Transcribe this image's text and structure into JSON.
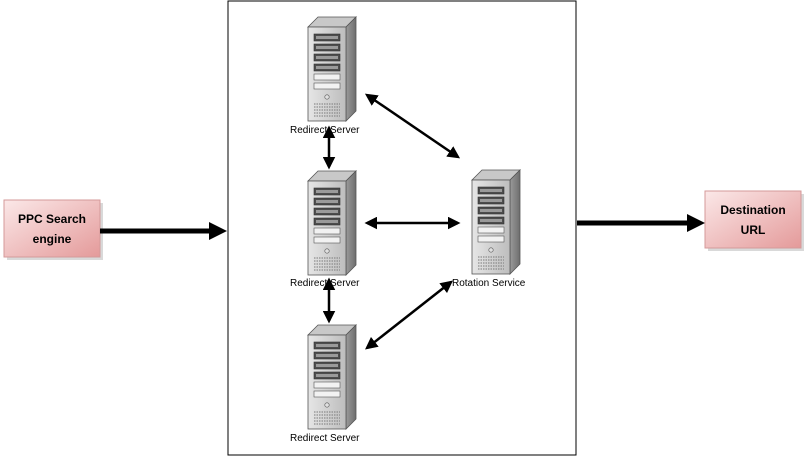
{
  "nodes": {
    "source": {
      "label": "PPC Search\nengine"
    },
    "destination": {
      "label": "Destination\nURL"
    },
    "redirect_top": {
      "label": "Redirect Server"
    },
    "redirect_middle": {
      "label": "Redirect Server"
    },
    "redirect_bottom": {
      "label": "Redirect Server"
    },
    "rotation": {
      "label": "Rotation Service"
    }
  },
  "colors": {
    "box_fill_top": "#f7dcdc",
    "box_fill_bottom": "#e8a0a0",
    "box_border": "#c98a8a",
    "arrow": "#000000",
    "server_body": "#d9d9d9",
    "server_dark": "#6a6a6a",
    "container_border": "#000000"
  },
  "icons": {
    "server": "server-tower-icon"
  }
}
